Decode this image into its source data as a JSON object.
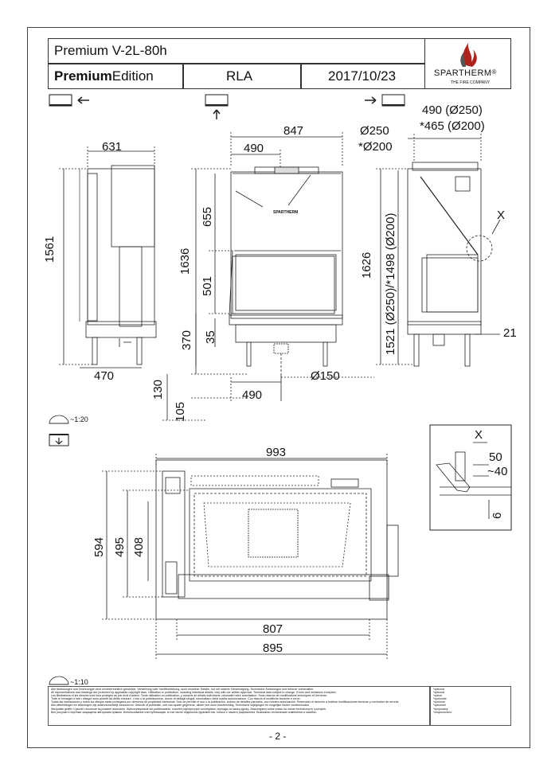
{
  "header": {
    "model": "Premium V-2L-80h",
    "edition_bold": "Premium",
    "edition_rest": "Edition",
    "variant": "RLA",
    "date": "2017/10/23",
    "brand": "SPARTHERM",
    "brand_reg": "®",
    "tagline": "THE FIRE COMPANY"
  },
  "front_view": {
    "dims": {
      "width": "847",
      "offset": "490",
      "total_height": "1636",
      "upper": "655",
      "glass": "501",
      "base": "370",
      "base2": "35",
      "foot": "130",
      "bottom": "105",
      "outlet": "Ø150",
      "outlet_offset": "490"
    },
    "logo": "SPARTHERM"
  },
  "left_view": {
    "dims": {
      "depth": "631",
      "height": "1561",
      "bottom_depth": "470"
    }
  },
  "right_view": {
    "dims": {
      "top1": "490 (Ø250)",
      "top2": "*465 (Ø200)",
      "flue1": "Ø250",
      "flue2": "*Ø200",
      "height": "1626",
      "chimney": "1521 (Ø250)/*1498 (Ø200)",
      "side": "21",
      "detail_label": "X"
    }
  },
  "plan_view": {
    "scale": "~1:20",
    "dims": {
      "width": "993",
      "depth": "594",
      "depth2": "495",
      "depth3": "408",
      "bottom1": "807",
      "bottom2": "895"
    }
  },
  "detail": {
    "label": "X",
    "d1": "50",
    "d2": "~40",
    "d3": "6"
  },
  "detail_scale": "~1:10",
  "legal": {
    "lines": [
      "Alle Abbildungen und Zeichnungen sind urheberrechtlich geschützt. Verwertung oder Veröffentlichung, auch einzelner Details, nur mit unserer Genehmigung. Technische Änderungen und Irrtümer vorbehalten.",
      "All representations and drawings are protected by applicable copyright laws. Utilisation or publication, including individual details, only with our written approval. Technical data subject to change. Errors and omissions excepted.",
      "Les illustrations et les dessins sont tous protégés au par droit d'auteur. Toute utilisation ou publication, y compris de détails individuels, nécessite notre autorisation. Sous réserve de modifications techniques et d'erreurs.",
      "Tutte le immagini e tutti i disegni sono protetti da diritto d'autore. L'uso o la pubblicazione, anche di dettagli singoli, necessitano della nostra autorizzazione. Con riserva di modifiche tecniche e errori.",
      "Todas las ilustraciones y todos los dibujos están protegidos por derechos de propiedad intelectual. Sólo se permite el uso o la publicación, incluso de detalles parciales, con nuestra autorización. Reservado el derecho a realizar modificaciones técnicas y corrección de errores.",
      "Alle afbeeldingen en tekeningen zijn auteursrechtelijk beschermd. Gebruik of publicatie, ook van aparte gegevens, alleen met onze toestemming. Technische wijzigingen en mogelijke fouten voorbehouden.",
      "Wszystkie grafiki i rysunki chronione są prawem autorskim. Wykorzystywanie lub publikowanie, również pojedynczych szczegółów, wymaga za naszą zgodą. Zastrzegamy sobie prawo do zmian technicznych i pomyłek.",
      "Все рисунки и чертежи защищены авторским правом. Использование или публикация, в том числе отдельных фрагментов, только с нашего разрешения. Возможны технические изменения и ошибки."
    ],
    "side": [
      "*optional",
      "*optional",
      "*option",
      "*opzionale",
      "*opcional",
      "*optioneel",
      "*opcjonalny",
      "*опционально"
    ]
  },
  "page_number": "- 2 -"
}
